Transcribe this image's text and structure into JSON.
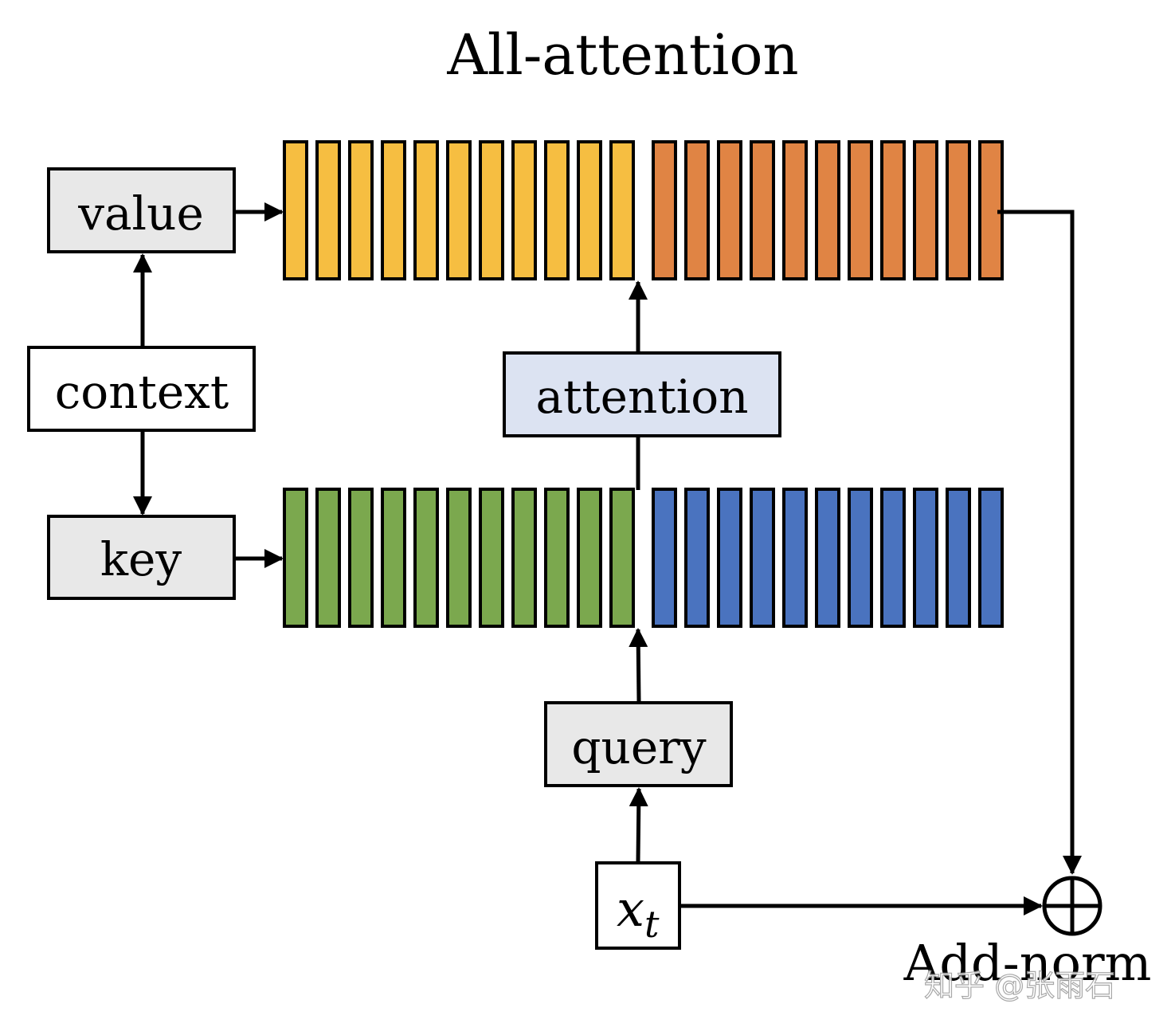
{
  "title": "All-attention",
  "boxes": {
    "value": "value",
    "context": "context",
    "key": "key",
    "attention": "attention",
    "query": "query",
    "xt_base": "x",
    "xt_sub": "t"
  },
  "add_norm_label": "Add-norm",
  "watermark": "知乎 @张雨石",
  "colors": {
    "value_cells": "#F6BE41",
    "persistent_value_cells": "#E08444",
    "key_cells": "#7BA84E",
    "persistent_key_cells": "#4A73BF",
    "gray_box": "#E8E8E8",
    "attention_box": "#DCE3F2",
    "stroke": "#000000"
  },
  "rows": {
    "top": {
      "left_count": 11,
      "right_count": 11
    },
    "bottom": {
      "left_count": 11,
      "right_count": 11
    }
  },
  "icons": {
    "add_symbol": "circled-plus-icon"
  }
}
